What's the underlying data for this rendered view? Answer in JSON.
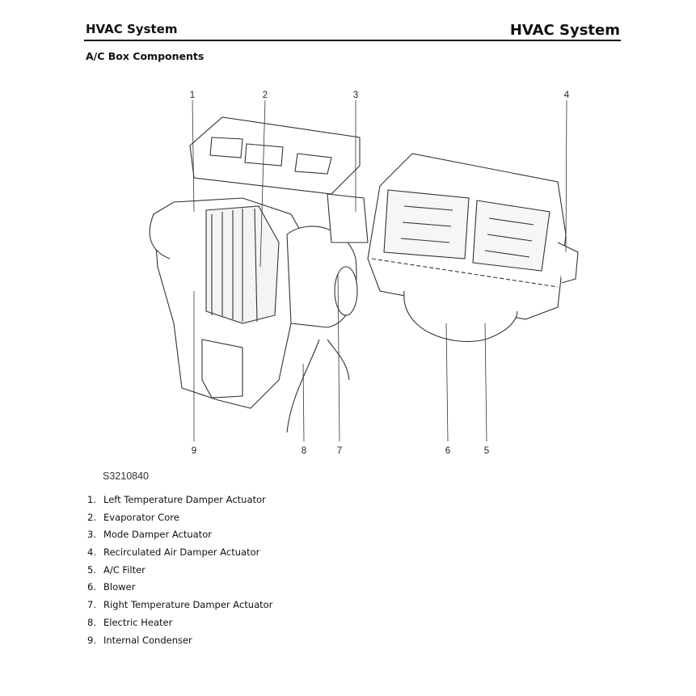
{
  "header": {
    "left_title": "HVAC System",
    "right_title": "HVAC System"
  },
  "section_title": "A/C Box Components",
  "figure": {
    "reference": "S3210840",
    "callouts_top": [
      "1",
      "2",
      "3",
      "4"
    ],
    "callouts_bottom": [
      "9",
      "8",
      "7",
      "6",
      "5"
    ]
  },
  "legend": [
    {
      "num": "1.",
      "label": "Left Temperature Damper Actuator"
    },
    {
      "num": "2.",
      "label": "Evaporator Core"
    },
    {
      "num": "3.",
      "label": "Mode Damper Actuator"
    },
    {
      "num": "4.",
      "label": "Recirculated Air Damper Actuator"
    },
    {
      "num": "5.",
      "label": "A/C Filter"
    },
    {
      "num": "6.",
      "label": "Blower"
    },
    {
      "num": "7.",
      "label": "Right Temperature Damper Actuator"
    },
    {
      "num": "8.",
      "label": "Electric Heater"
    },
    {
      "num": "9.",
      "label": "Internal Condenser"
    }
  ]
}
